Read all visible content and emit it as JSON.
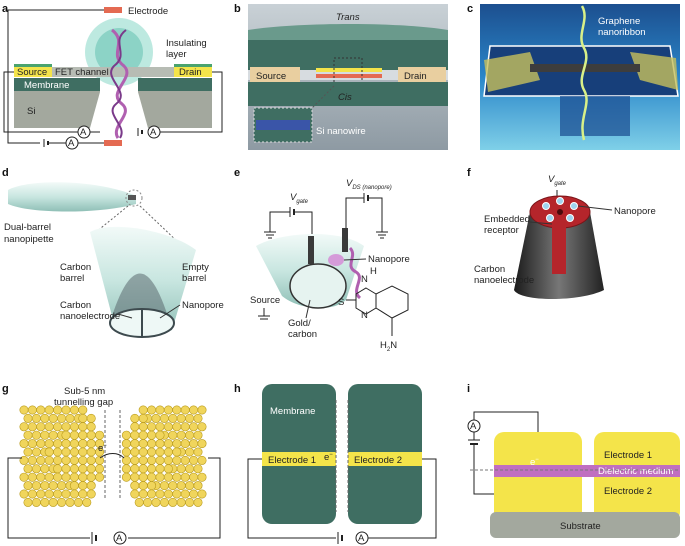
{
  "panels": {
    "a": {
      "letter": "a",
      "electrode": "Electrode",
      "insulating_line1": "Insulating",
      "insulating_line2": "layer",
      "source": "Source",
      "fet_channel": "FET channel",
      "drain": "Drain",
      "membrane": "Membrane",
      "si": "Si",
      "ammeter": "A"
    },
    "b": {
      "letter": "b",
      "trans": "Trans",
      "cis": "Cis",
      "source": "Source",
      "drain": "Drain",
      "nanowire": "Si nanowire"
    },
    "c": {
      "letter": "c",
      "graphene_line1": "Graphene",
      "graphene_line2": "nanoribbon"
    },
    "d": {
      "letter": "d",
      "dual_line1": "Dual-barrel",
      "dual_line2": "nanopipette",
      "carbon_barrel_line1": "Carbon",
      "carbon_barrel_line2": "barrel",
      "empty_barrel_line1": "Empty",
      "empty_barrel_line2": "barrel",
      "carbon_nano_line1": "Carbon",
      "carbon_nano_line2": "nanoelectrode",
      "nanopore": "Nanopore"
    },
    "e": {
      "letter": "e",
      "vgate": "V",
      "vgate_sub": "gate",
      "vds": "V",
      "vds_sub": "DS (nanopore)",
      "nanopore": "Nanopore",
      "source": "Source",
      "gold_line1": "Gold/",
      "gold_line2": "carbon",
      "atom_s": "S",
      "atom_n1": "N",
      "atom_h": "H",
      "atom_n2": "N",
      "atom_h2n": "H",
      "atom_h2n_sub": "2",
      "atom_h2n_n": "N"
    },
    "f": {
      "letter": "f",
      "vgate": "V",
      "vgate_sub": "gate",
      "embedded_line1": "Embedded",
      "embedded_line2": "receptor",
      "nanopore": "Nanopore",
      "carbon_line1": "Carbon",
      "carbon_line2": "nanoelectrode"
    },
    "g": {
      "letter": "g",
      "gap_line1": "Sub-5 nm",
      "gap_line2": "tunnelling gap",
      "electron": "e",
      "electron_sup": "−",
      "ammeter": "A"
    },
    "h": {
      "letter": "h",
      "membrane": "Membrane",
      "electrode1": "Electrode 1",
      "electron": "e",
      "electron_sup": "−",
      "electrode2": "Electrode 2",
      "ammeter": "A"
    },
    "i": {
      "letter": "i",
      "electrode1": "Electrode 1",
      "dielectric": "Dielectric medium",
      "electrode2": "Electrode 2",
      "substrate": "Substrate",
      "electron": "e",
      "electron_sup": "−",
      "ammeter": "A"
    }
  },
  "colors": {
    "membrane_green": "#3f6e62",
    "membrane_green_light": "#6a9a8c",
    "electrode_yellow": "#f4e44a",
    "si_grey": "#a3a89e",
    "electrode_red": "#e46a52",
    "dna_purple": "#b060b0",
    "gold_atom": "#f0d55c",
    "nanopipette_teal": "#bfe0da",
    "receptor_red": "#b5252b"
  }
}
